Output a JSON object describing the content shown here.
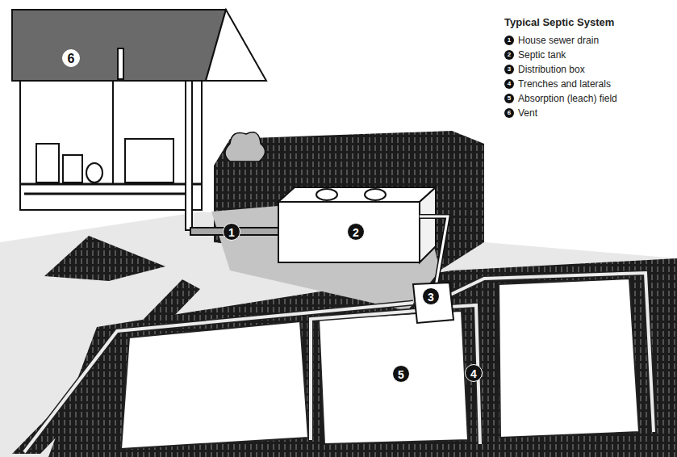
{
  "diagram": {
    "title": "Typical Septic System",
    "labels": [
      "6",
      "1",
      "2",
      "3",
      "5",
      "4",
      "1",
      "2",
      "3",
      "4",
      "5",
      "6"
    ],
    "legend": [
      {
        "text": "House sewer drain"
      },
      {
        "text": "Septic tank"
      },
      {
        "text": "Distribution box"
      },
      {
        "text": "Trenches and laterals"
      },
      {
        "text": "Absorption (leach) field"
      },
      {
        "text": "Vent"
      }
    ]
  }
}
